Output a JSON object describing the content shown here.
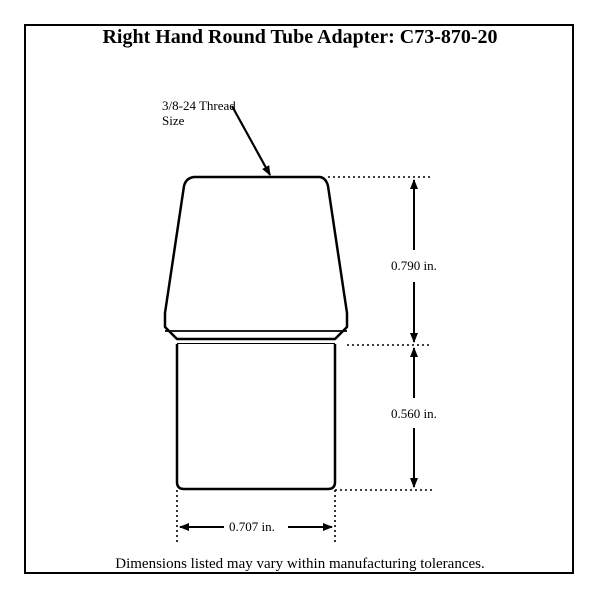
{
  "title": "Right Hand Round Tube Adapter: C73-870-20",
  "thread_label": {
    "line1": "3/8-24 Thread",
    "line2": "Size"
  },
  "dimensions": {
    "height_upper": "0.790 in.",
    "height_lower": "0.560 in.",
    "diameter": "0.707 in."
  },
  "footer": "Dimensions listed may vary within manufacturing tolerances.",
  "colors": {
    "line": "#000000",
    "background": "#ffffff"
  }
}
